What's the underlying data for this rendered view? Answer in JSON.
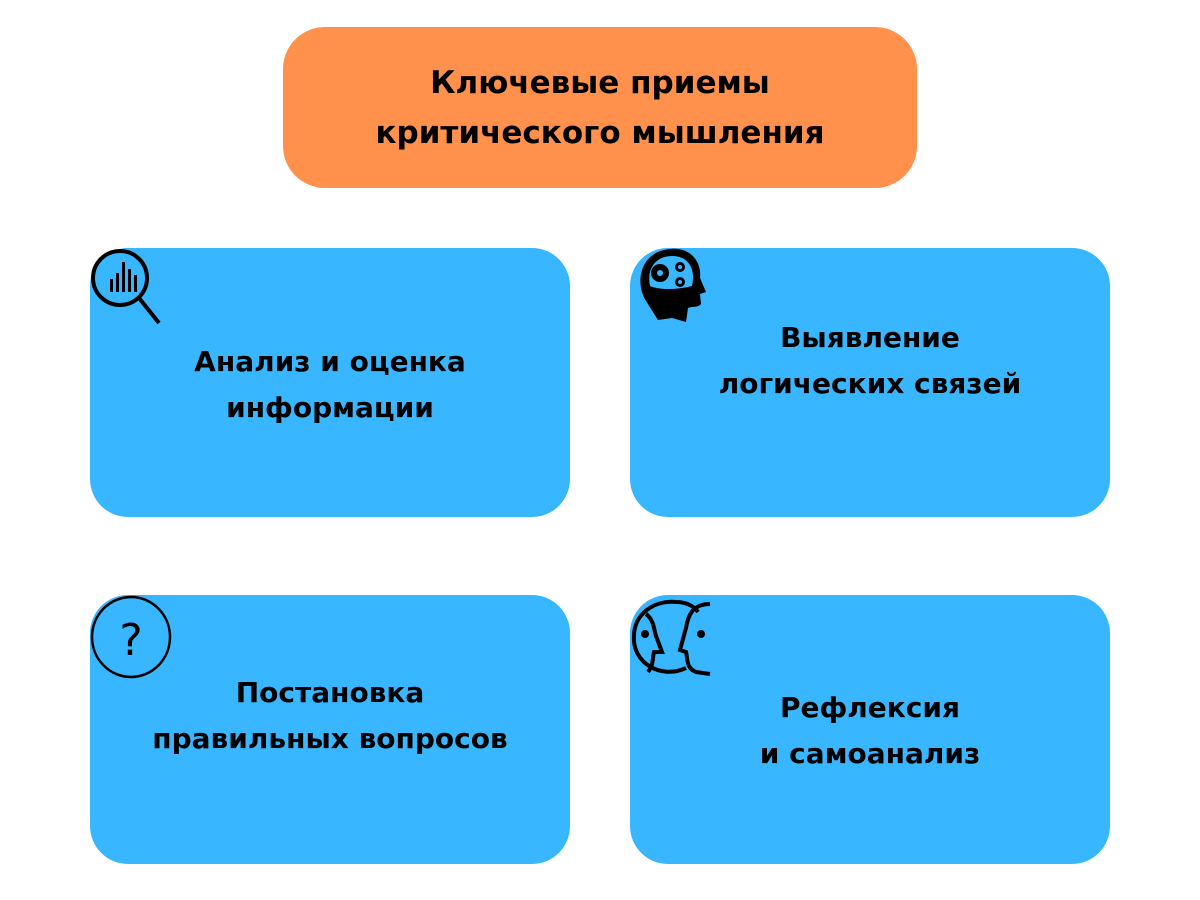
{
  "title": {
    "line1": "Ключевые приемы",
    "line2": "критического мышления"
  },
  "colors": {
    "title_bg": "#FF914D",
    "card_bg": "#38B6FF"
  },
  "cards": [
    {
      "icon": "magnifier-chart-icon",
      "line1": "Анализ и оценка",
      "line2": "информации"
    },
    {
      "icon": "head-gears-icon",
      "line1": "Выявление",
      "line2": "логических связей"
    },
    {
      "icon": "question-circle-icon",
      "line1": "Постановка",
      "line2": "правильных вопросов"
    },
    {
      "icon": "two-faces-icon",
      "line1": "Рефлексия",
      "line2": "и самоанализ"
    }
  ]
}
